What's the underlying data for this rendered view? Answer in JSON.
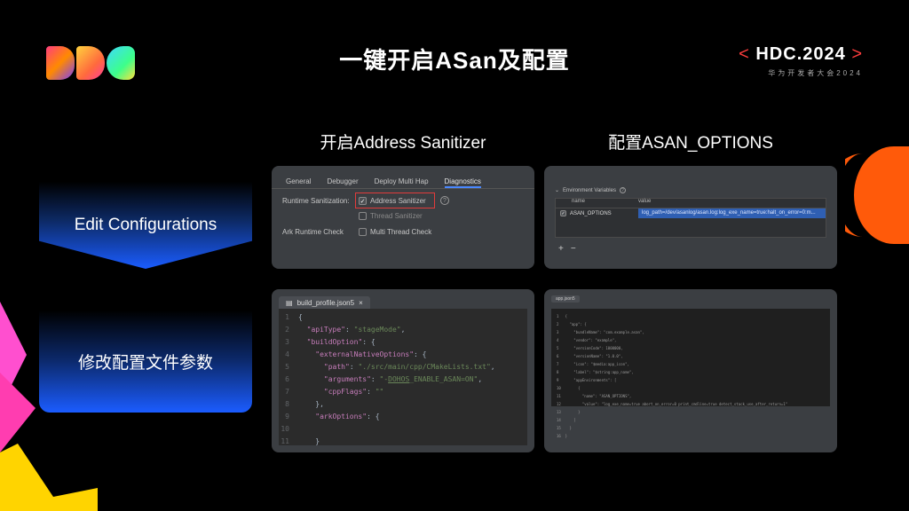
{
  "title": "一键开启ASan及配置",
  "brand": {
    "open": "<",
    "name": "HDC.2024",
    "close": ">",
    "sub": "华为开发者大会2024"
  },
  "columns": {
    "left": "开启Address Sanitizer",
    "right": "配置ASAN_OPTIONS"
  },
  "labels": {
    "edit_config": "Edit Configurations",
    "modify_params": "修改配置文件参数"
  },
  "run_config": {
    "tabs": [
      "General",
      "Debugger",
      "Deploy Multi Hap",
      "Diagnostics"
    ],
    "active_tab": "Diagnostics",
    "runtime_label": "Runtime Sanitization:",
    "address_sanitizer": "Address Sanitizer",
    "address_sanitizer_checked": true,
    "thread_sanitizer": "Thread Sanitizer",
    "ark_label": "Ark Runtime Check",
    "multi_thread_check": "Multi Thread Check",
    "help": "?"
  },
  "env_vars": {
    "header": "Environment Variables",
    "col_name": "name",
    "col_value": "value",
    "row_name": "ASAN_OPTIONS",
    "row_value": "log_path=/dev/asanlog/asan.log:log_exe_name=true:halt_on_error=0:m...",
    "add": "+",
    "remove": "−"
  },
  "code_editor": {
    "file_tab": "build_profile.json5",
    "close": "×",
    "lines": [
      {
        "n": "1",
        "html": "{"
      },
      {
        "n": "2",
        "html": "  <span class='k'>\"apiType\"</span>: <span class='s'>\"stageMode\"</span>,"
      },
      {
        "n": "3",
        "html": "  <span class='k'>\"buildOption\"</span>: {"
      },
      {
        "n": "4",
        "html": "    <span class='k'>\"externalNativeOptions\"</span>: {"
      },
      {
        "n": "5",
        "html": "      <span class='k'>\"path\"</span>: <span class='s'>\"./src/main/cpp/CMakeLists.txt\"</span>,"
      },
      {
        "n": "6",
        "html": "      <span class='k'>\"arguments\"</span>: <span class='s'>\"-<span class='u'>DOHOS</span>_ENABLE_ASAN=ON\"</span>,"
      },
      {
        "n": "7",
        "html": "      <span class='k'>\"cppFlags\"</span>: <span class='s'>\"\"</span>"
      },
      {
        "n": "8",
        "html": "    },"
      },
      {
        "n": "9",
        "html": "    <span class='k'>\"arkOptions\"</span>: {"
      },
      {
        "n": "10",
        "html": ""
      },
      {
        "n": "11",
        "html": "    }"
      }
    ]
  },
  "json_editor": {
    "tab": "app.json5",
    "lines": [
      "1   {",
      "2     \"app\": {",
      "3       \"bundleName\": \"com.example.asan\",",
      "4       \"vendor\": \"example\",",
      "5       \"versionCode\": 1000000,",
      "6       \"versionName\": \"1.0.0\",",
      "7       \"icon\": \"$media:app_icon\",",
      "8       \"label\": \"$string:app_name\",",
      "9       \"appEnvironments\": [",
      "10        {",
      "11          \"name\": \"ASAN_OPTIONS\",",
      "12          \"value\": \"log_exe_name=true abort_on_error=0 print_cmdline=true detect_stack_use_after_return=1\"",
      "13        }",
      "14      ]",
      "15    }",
      "16  }"
    ]
  }
}
